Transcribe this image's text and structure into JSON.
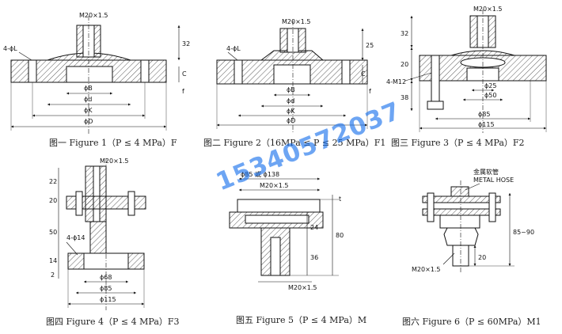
{
  "figures": [
    {
      "caption": "图一 Figure 1（P ≤ 4 MPa）F",
      "labels": {
        "thread": "M20×1.5",
        "holes": "4-ϕL",
        "h1": "32",
        "h2": "C",
        "h3": "f",
        "d1": "ϕB",
        "d2": "ϕd",
        "d3": "ϕK",
        "d4": "ϕD"
      }
    },
    {
      "caption": "图二 Figure 2（16MPa ≤ P ≤ 25 MPa）F1",
      "labels": {
        "thread": "M20×1.5",
        "holes": "4-ϕL",
        "h1": "25",
        "h2": "C",
        "h3": "f",
        "d1": "ϕB",
        "d2": "ϕd",
        "d3": "ϕK",
        "d4": "ϕD"
      }
    },
    {
      "caption": "图三 Figure 3（P ≤ 4 MPa）F2",
      "labels": {
        "thread": "M20×1.5",
        "holes": "4-M12",
        "h1": "32",
        "h2": "20",
        "h3": "38",
        "d1": "ϕ25",
        "d2": "ϕ50",
        "d3": "ϕ85",
        "d4": "ϕ115"
      }
    },
    {
      "caption": "图四 Figure 4（P ≤ 4 MPa）F3",
      "labels": {
        "thread": "M20×1.5",
        "holes": "4-ϕ14",
        "h1": "22",
        "h2": "20",
        "h3": "50",
        "h4": "14",
        "h5": "2",
        "d1": "ϕ68",
        "d2": "ϕ85",
        "d3": "ϕ115"
      }
    },
    {
      "caption": "图五 Figure 5（P ≤ 4 MPa）M",
      "labels": {
        "thread_top": "M20×1.5",
        "thread_bottom": "M20×1.5",
        "d_top": "ϕ85 或 ϕ138",
        "h1": "24",
        "h2": "36",
        "h3": "80",
        "t": "t"
      }
    },
    {
      "caption": "图六 Figure 6（P ≤ 60MPa）M1",
      "labels": {
        "note_cn": "金属软管",
        "note_en": "METAL HOSE",
        "thread": "M20×1.5",
        "h1": "85~90",
        "h2": "20"
      }
    }
  ],
  "watermark": "15340572037"
}
